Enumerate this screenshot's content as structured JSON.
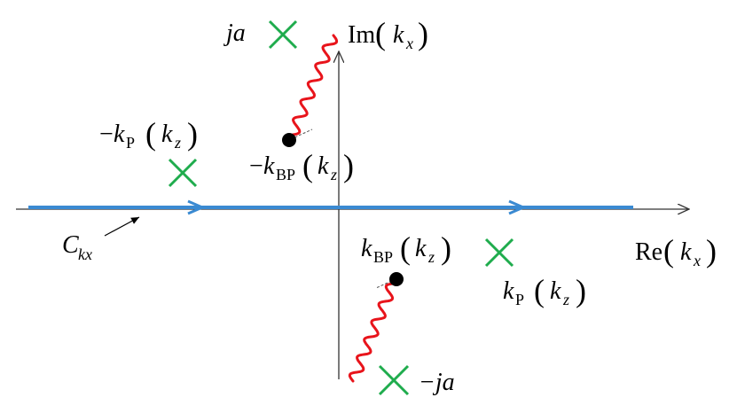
{
  "colors": {
    "contour": "#3a8ad2",
    "branch_cut": "#e8141b",
    "pole_marker": "#1fac4d",
    "axis": "#333333",
    "point": "#000000"
  },
  "axes": {
    "imag_label": {
      "prefix": "Im",
      "open": "(",
      "var": "k",
      "sub": "x",
      "close": ")"
    },
    "real_label": {
      "prefix": "Re",
      "open": "(",
      "var": "k",
      "sub": "x",
      "close": ")"
    }
  },
  "contour": {
    "label_var": "C",
    "label_sub": "kx"
  },
  "poles": {
    "top": {
      "text": "ja"
    },
    "bottom": {
      "text": "−ja"
    },
    "neg_kp": {
      "minus": "−",
      "var": "k",
      "sub": "P",
      "open": "(",
      "arg": "k",
      "arg_sub": "z",
      "close": ")"
    },
    "pos_kp": {
      "minus": "",
      "var": "k",
      "sub": "P",
      "open": "(",
      "arg": "k",
      "arg_sub": "z",
      "close": ")"
    }
  },
  "branch_points": {
    "neg": {
      "minus": "−",
      "var": "k",
      "sub": "BP",
      "open": "(",
      "arg": "k",
      "arg_sub": "z",
      "close": ")"
    },
    "pos": {
      "minus": "",
      "var": "k",
      "sub": "BP",
      "open": "(",
      "arg": "k",
      "arg_sub": "z",
      "close": ")"
    }
  }
}
